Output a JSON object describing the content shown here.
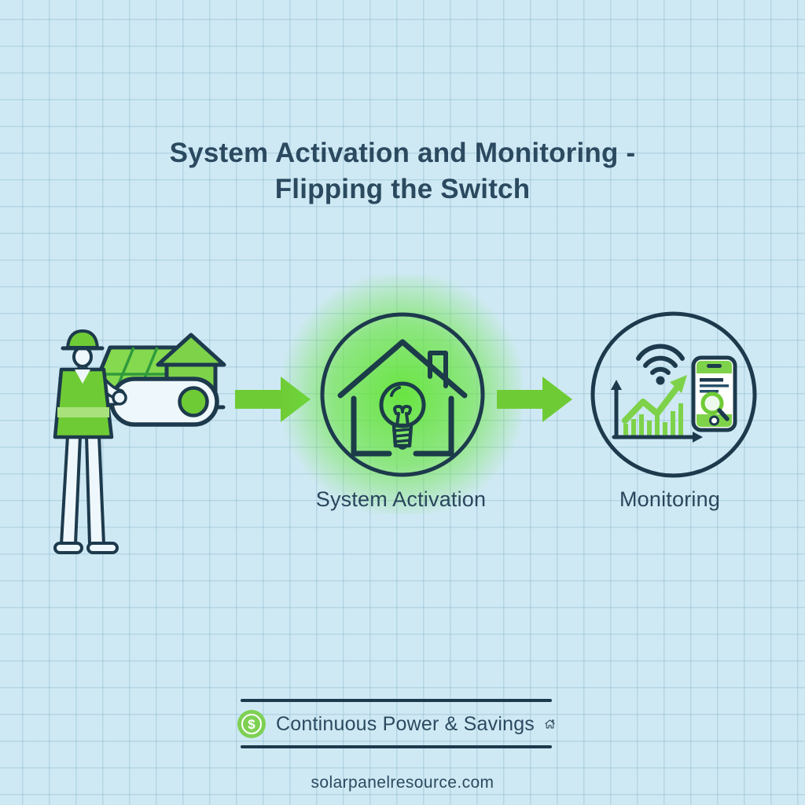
{
  "canvas": {
    "background_color": "#cfe9f4",
    "grid_color": "#b5d8e6"
  },
  "title": {
    "line1": "System Activation and Monitoring -",
    "line2": "Flipping the Switch",
    "color": "#2b4a60"
  },
  "flow": {
    "arrow_color": "#6fcb35",
    "stages": [
      {
        "name": "installer-flipping-switch",
        "label": "",
        "icons": [
          "worker-hard-hat-icon",
          "solar-panel-house-icon",
          "toggle-switch-on-icon"
        ]
      },
      {
        "name": "system-activation",
        "label": "System Activation",
        "icons": [
          "house-lightbulb-icon"
        ],
        "glow_color": "#63e437"
      },
      {
        "name": "monitoring",
        "label": "Monitoring",
        "icons": [
          "wifi-icon",
          "bar-chart-trend-icon",
          "smartphone-magnifier-icon"
        ]
      }
    ]
  },
  "banner": {
    "label": "Continuous Power & Savings",
    "coin_symbol": "$",
    "coin_color": "#7ed053",
    "line_color": "#1d3a4d",
    "icons": [
      "dollar-coin-icon",
      "house-outline-icon"
    ]
  },
  "footer": {
    "website": "solarpanelresource.com"
  },
  "palette": {
    "navy": "#1d3a4d",
    "green": "#6fcb35",
    "light_green": "#7ed24a",
    "white": "#f2f9fc"
  }
}
